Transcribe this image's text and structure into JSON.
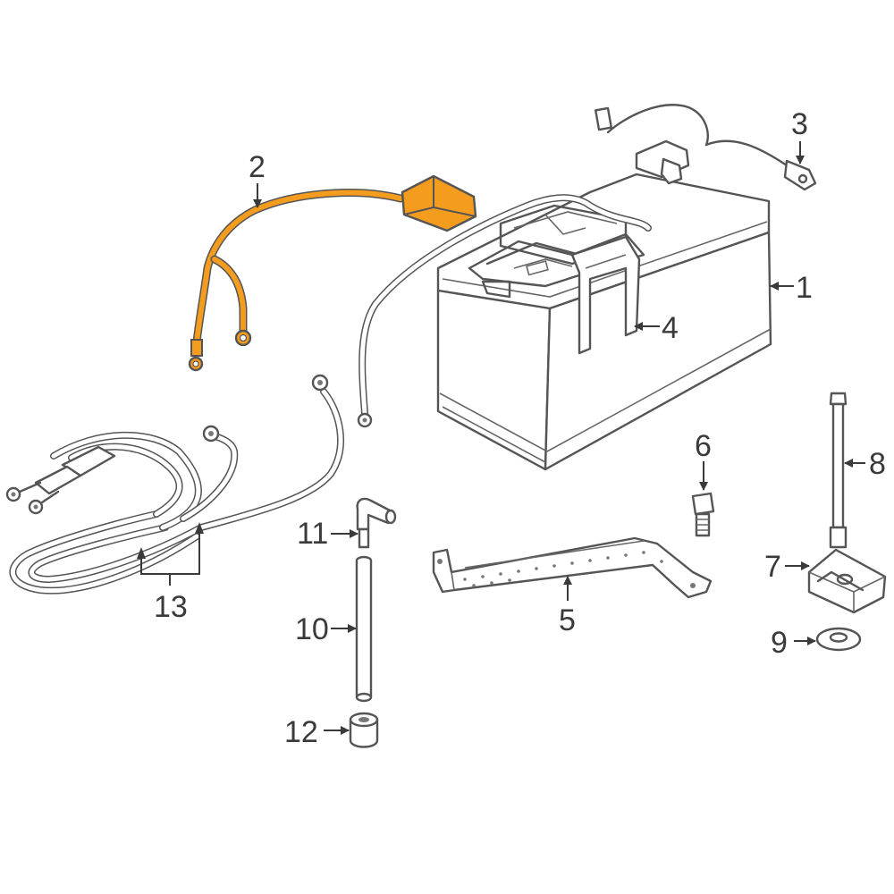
{
  "diagram": {
    "callouts": [
      {
        "id": "1",
        "label": "1"
      },
      {
        "id": "2",
        "label": "2"
      },
      {
        "id": "3",
        "label": "3"
      },
      {
        "id": "4",
        "label": "4"
      },
      {
        "id": "5",
        "label": "5"
      },
      {
        "id": "6",
        "label": "6"
      },
      {
        "id": "7",
        "label": "7"
      },
      {
        "id": "8",
        "label": "8"
      },
      {
        "id": "9",
        "label": "9"
      },
      {
        "id": "10",
        "label": "10"
      },
      {
        "id": "11",
        "label": "11"
      },
      {
        "id": "12",
        "label": "12"
      },
      {
        "id": "13",
        "label": "13"
      }
    ],
    "colors": {
      "highlight": "#F39C1E",
      "line": "#555555",
      "background": "#ffffff"
    }
  }
}
